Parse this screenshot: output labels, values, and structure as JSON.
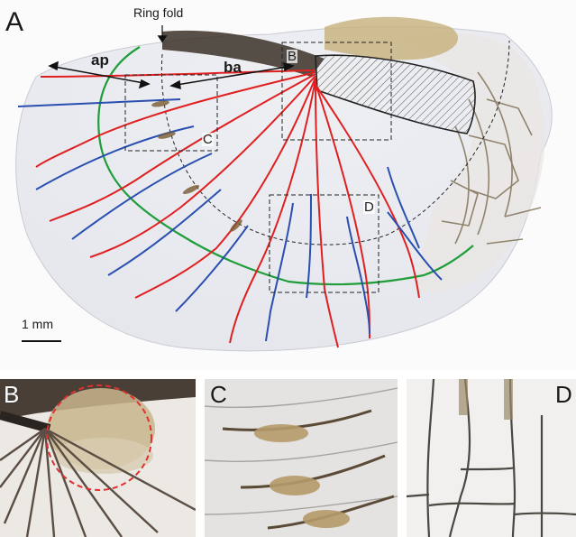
{
  "panel_a": {
    "letter": "A",
    "ring_fold_label": "Ring fold",
    "ap_label": "ap",
    "ba_label": "ba",
    "box_b_label": "B",
    "box_c_label": "C",
    "box_d_label": "D",
    "scale_bar_label": "1 mm",
    "colors": {
      "red": "#e02020",
      "blue": "#2a4fb0",
      "green": "#1f9e3a",
      "vein": "#6b5a3a"
    }
  },
  "panel_b": {
    "letter": "B",
    "circle_color": "#e03030"
  },
  "panel_c": {
    "letter": "C"
  },
  "panel_d": {
    "letter": "D"
  }
}
